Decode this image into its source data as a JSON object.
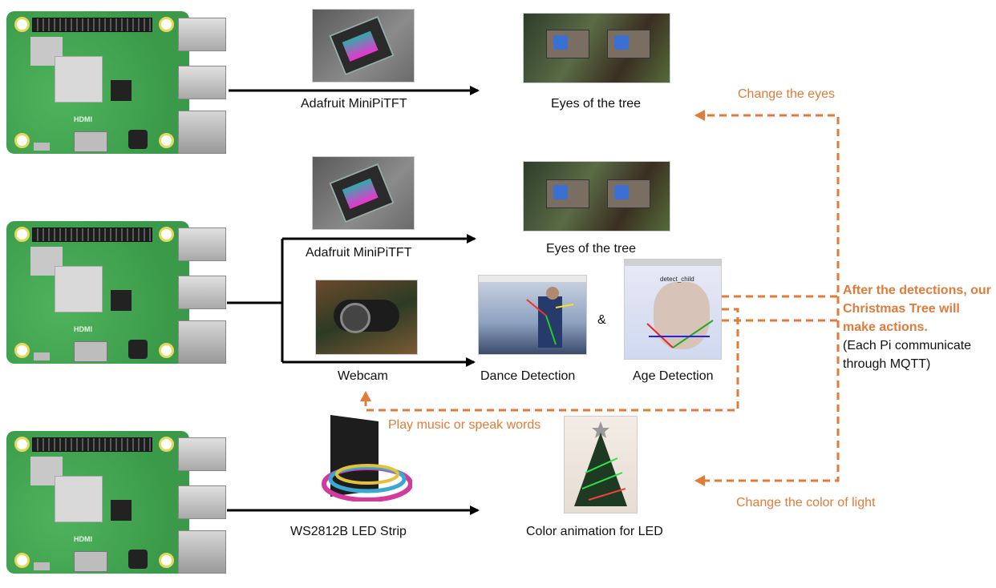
{
  "labels": {
    "tft_top": "Adafruit MiniPiTFT",
    "eyes_top": "Eyes of the tree",
    "tft_mid": "Adafruit MiniPiTFT",
    "eyes_mid": "Eyes of the tree",
    "webcam": "Webcam",
    "dance": "Dance Detection",
    "ampersand": "&",
    "age": "Age Detection",
    "led_strip": "WS2812B LED Strip",
    "color_anim": "Color animation for LED"
  },
  "feedback": {
    "change_eyes": "Change the eyes",
    "play_music": "Play music or speak words",
    "change_color": "Change the color of light"
  },
  "note": {
    "highlight": "After the detections, our Christmas Tree will make actions.",
    "detail": "(Each Pi communicate through MQTT)"
  },
  "photo_text": {
    "age_overlay": "detect_child"
  },
  "colors": {
    "arrow": "#000000",
    "feedback": "#e07b39",
    "pcb": "#3fa34f"
  }
}
